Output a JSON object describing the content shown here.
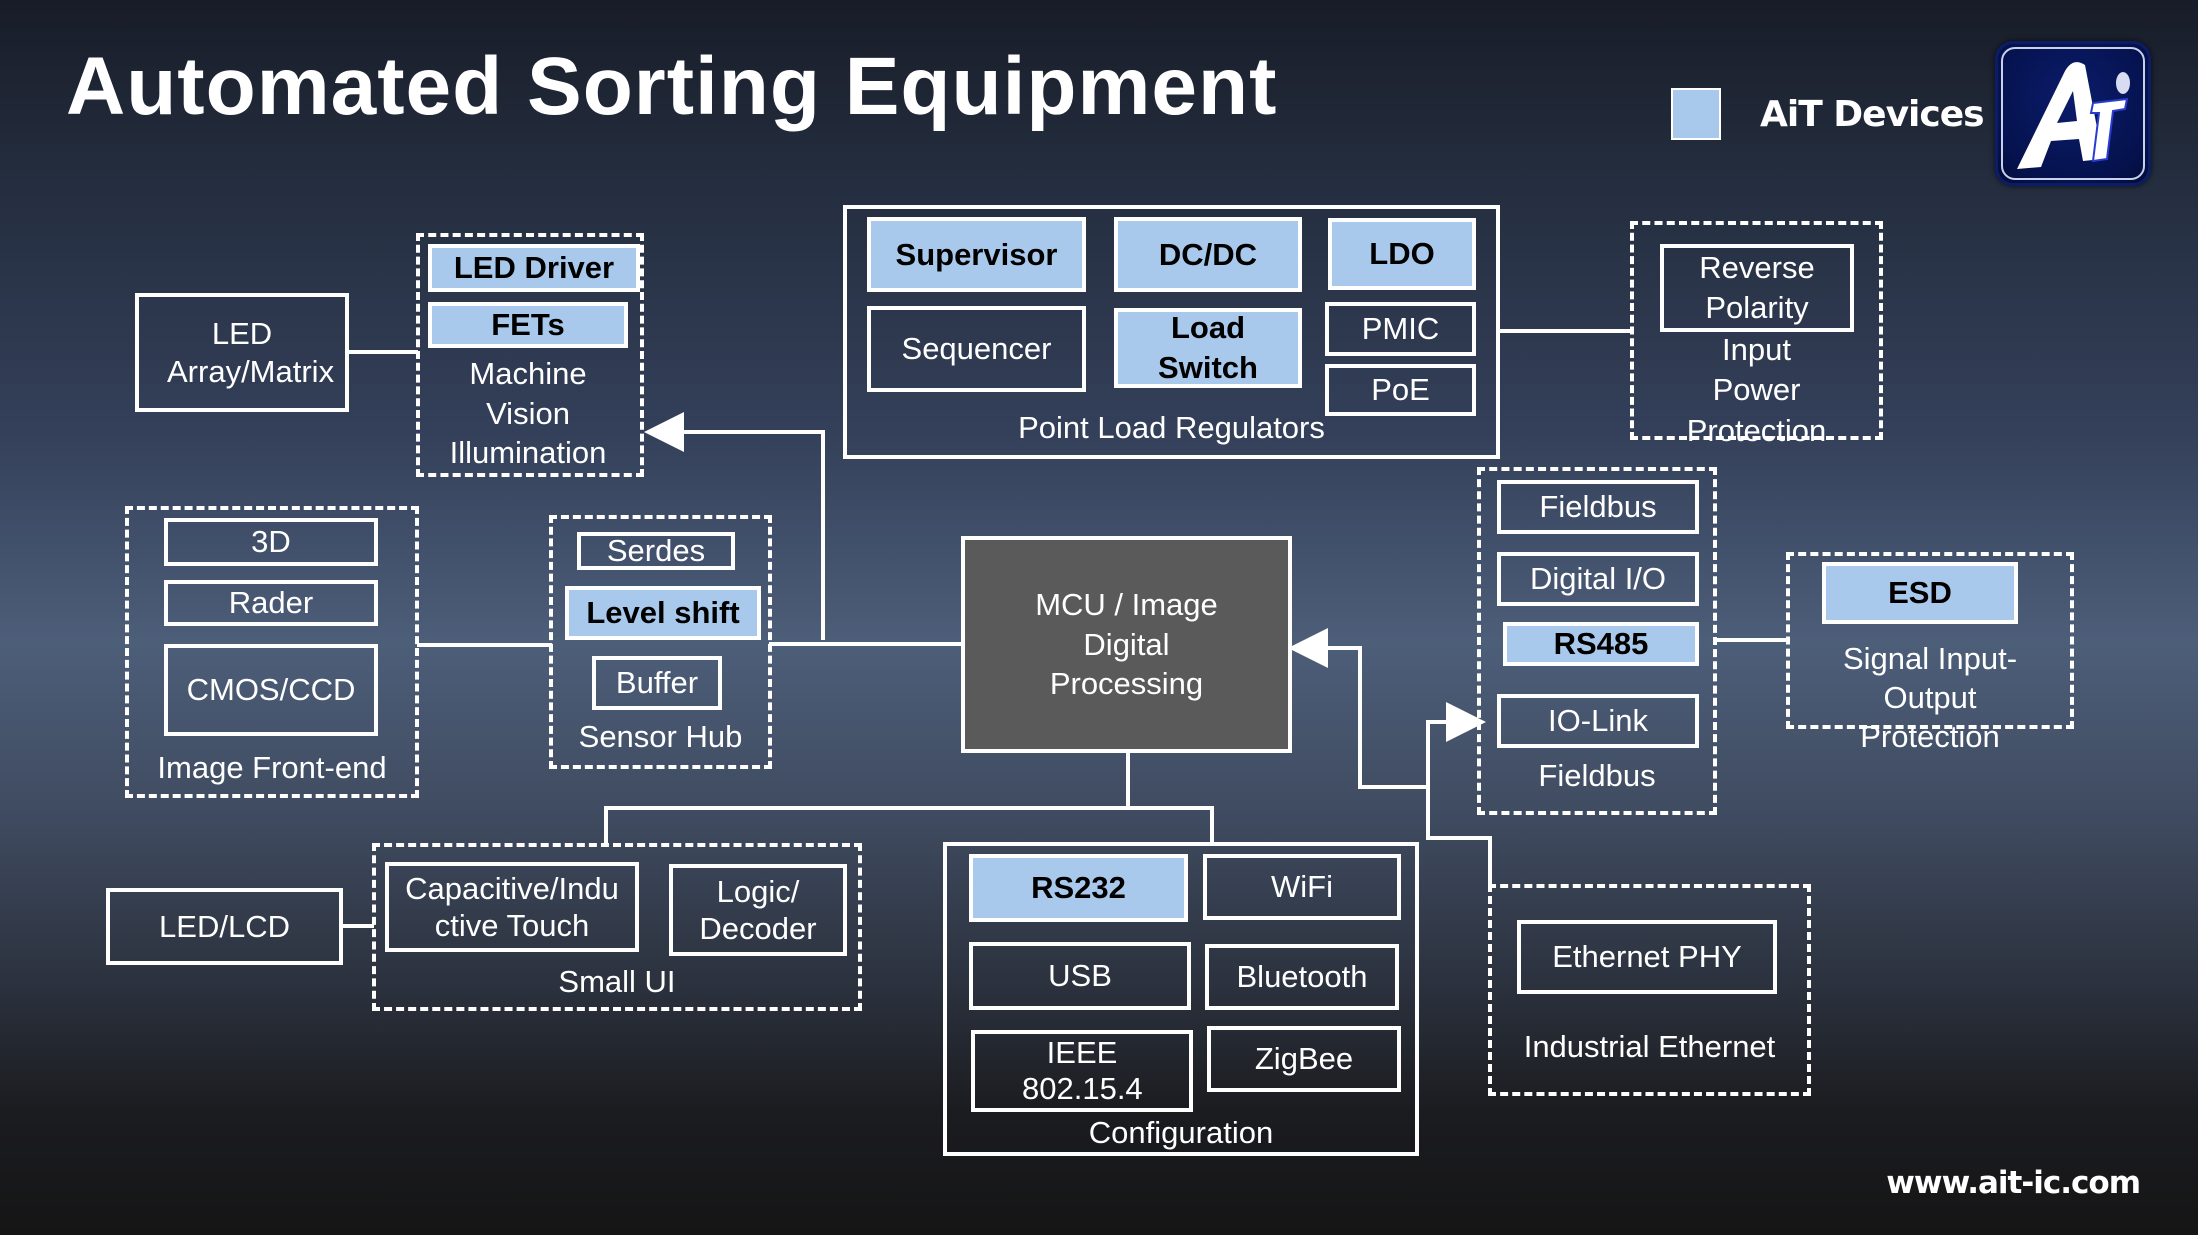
{
  "title": "Automated Sorting Equipment",
  "legend": {
    "label": "AiT Devices",
    "swatch_color": "#a9c9ec"
  },
  "logo": {
    "text": "Ai",
    "icon": "ait-logo-icon"
  },
  "footer_url": "www.ait-ic.com",
  "colors": {
    "highlight": "#a9c9ec",
    "mcu_fill": "#5a5a5a",
    "line": "#ffffff"
  },
  "blocks": {
    "led_array": {
      "label": "LED Array/Matrix"
    },
    "machine_vision": {
      "title": "Machine Vision Illumination",
      "items": [
        {
          "label": "LED Driver",
          "ait": true
        },
        {
          "label": "FETs",
          "ait": true
        }
      ]
    },
    "point_load": {
      "title": "Point Load Regulators",
      "items": [
        {
          "label": "Supervisor",
          "ait": true
        },
        {
          "label": "DC/DC",
          "ait": true
        },
        {
          "label": "LDO",
          "ait": true
        },
        {
          "label": "Sequencer",
          "ait": false
        },
        {
          "label": "Load Switch",
          "ait": true
        },
        {
          "label": "PMIC",
          "ait": false
        },
        {
          "label": "PoE",
          "ait": false
        }
      ]
    },
    "input_power": {
      "title": "Input Power Protection",
      "items": [
        {
          "label": "Reverse Polarity",
          "ait": false
        }
      ]
    },
    "image_frontend": {
      "title": "Image Front-end",
      "items": [
        {
          "label": "3D",
          "ait": false
        },
        {
          "label": "Rader",
          "ait": false
        },
        {
          "label": "CMOS/CCD",
          "ait": false
        }
      ]
    },
    "sensor_hub": {
      "title": "Sensor Hub",
      "items": [
        {
          "label": "Serdes",
          "ait": false
        },
        {
          "label": "Level shift",
          "ait": true
        },
        {
          "label": "Buffer",
          "ait": false
        }
      ]
    },
    "mcu": {
      "label": "MCU / Image Digital Processing"
    },
    "fieldbus": {
      "title": "Fieldbus",
      "items": [
        {
          "label": "Fieldbus",
          "ait": false
        },
        {
          "label": "Digital I/O",
          "ait": false
        },
        {
          "label": "RS485",
          "ait": true
        },
        {
          "label": "IO-Link",
          "ait": false
        }
      ]
    },
    "signal_protection": {
      "title": "Signal Input-Output Protection",
      "items": [
        {
          "label": "ESD",
          "ait": true
        }
      ]
    },
    "led_lcd": {
      "label": "LED/LCD"
    },
    "small_ui": {
      "title": "Small UI",
      "items": [
        {
          "label": "Capacitive/Inductive Touch",
          "ait": false
        },
        {
          "label": "Logic/ Decoder",
          "ait": false
        }
      ]
    },
    "configuration": {
      "title": "Configuration",
      "items": [
        {
          "label": "RS232",
          "ait": true
        },
        {
          "label": "WiFi",
          "ait": false
        },
        {
          "label": "USB",
          "ait": false
        },
        {
          "label": "Bluetooth",
          "ait": false
        },
        {
          "label": "IEEE 802.15.4",
          "ait": false
        },
        {
          "label": "ZigBee",
          "ait": false
        }
      ]
    },
    "industrial_ethernet": {
      "title": "Industrial Ethernet",
      "items": [
        {
          "label": "Ethernet PHY",
          "ait": false
        }
      ]
    }
  }
}
